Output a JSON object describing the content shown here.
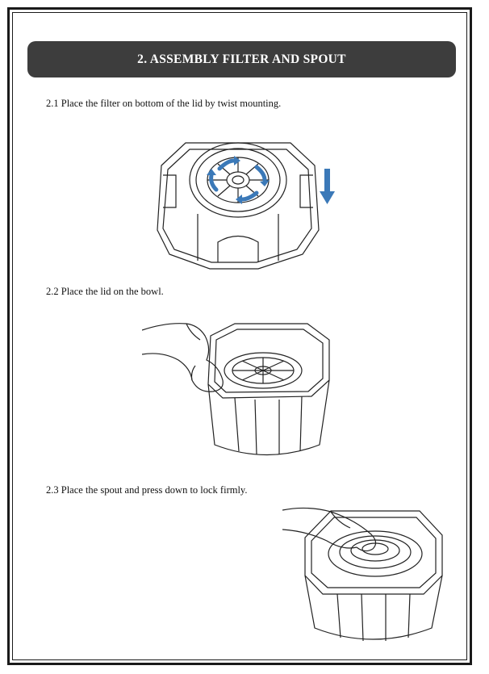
{
  "section": {
    "title": "2. ASSEMBLY FILTER AND SPOUT"
  },
  "steps": [
    {
      "text": "2.1 Place the filter on bottom of the lid by twist mounting."
    },
    {
      "text": "2.2 Place the lid on the bowl."
    },
    {
      "text": "2.3 Place the spout and press down to lock firmly."
    }
  ],
  "colors": {
    "header_bg": "#3d3d3d",
    "arrow_blue": "#3b79b8"
  }
}
